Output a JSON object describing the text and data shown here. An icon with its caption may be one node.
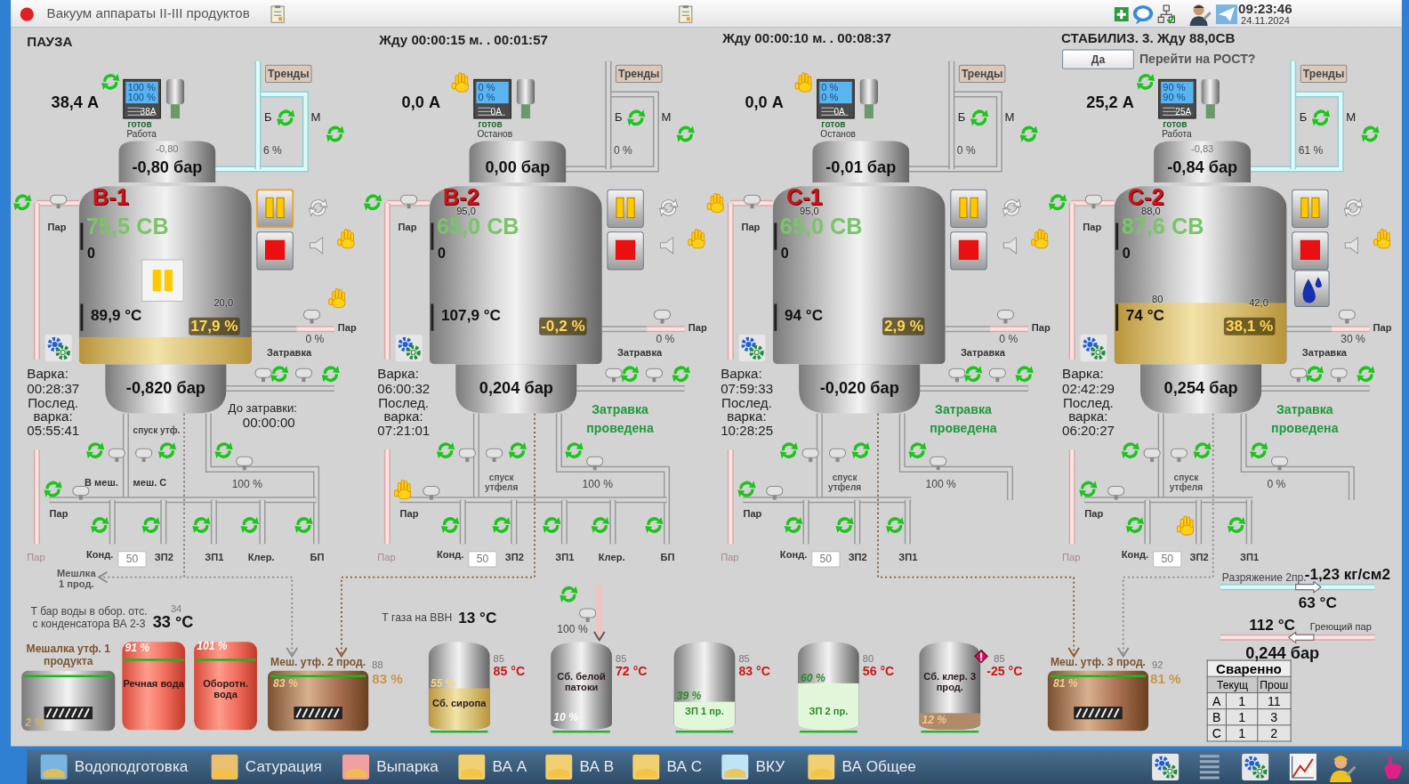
{
  "diagram": {
    "title": "Вакуум аппараты II-III продуктов",
    "nodes": [
      {
        "text": [
          "100 %",
          "100 %",
          "38A"
        ],
        "beside": [
          "готов",
          "Работа"
        ]
      },
      {
        "text": [
          "-0,80",
          "-0,80 бар"
        ]
      },
      {
        "text": [
          "В-1",
          "75,5 СВ",
          "0",
          "89,9 °C",
          "20,0",
          "17,9 %"
        ]
      },
      {
        "text": [
          "-0,820 бар"
        ]
      },
      {
        "text": [
          "0 %",
          "0 %",
          "0A"
        ],
        "beside": [
          "готов",
          "Останов"
        ]
      },
      {
        "text": [
          "0,00 бар"
        ]
      },
      {
        "text": [
          "В-2",
          "95,0",
          "65,0 СВ",
          "0",
          "107,9 °C",
          "-0,2 %"
        ]
      },
      {
        "text": [
          "0,204 бар"
        ]
      },
      {
        "text": [
          "0 %",
          "0 %",
          "0A"
        ],
        "beside": [
          "готов",
          "Останов"
        ]
      },
      {
        "text": [
          "-0,01 бар"
        ]
      },
      {
        "text": [
          "С-1",
          "95,0",
          "65,0 СВ",
          "0",
          "94 °C",
          "2,9 %"
        ]
      },
      {
        "text": [
          "-0,020 бар"
        ]
      },
      {
        "text": [
          "90 %",
          "90 %",
          "25A"
        ],
        "beside": [
          "готов",
          "Работа"
        ]
      },
      {
        "text": [
          "-0,83",
          "-0,84 бар"
        ]
      },
      {
        "text": [
          "С-2",
          "88,0",
          "87,6 СВ",
          "0",
          "80",
          "74 °C",
          "42,0",
          "38,1 %"
        ]
      },
      {
        "text": [
          "0,254 бар"
        ]
      },
      {
        "text": [
          "Мешлка 1 прод."
        ]
      },
      {
        "text": [
          "Мешалка утф. 1 продукта",
          "2 %"
        ]
      },
      {
        "text": [
          "91 %",
          "Речная вода"
        ]
      },
      {
        "text": [
          "101 %",
          "Оборотн. вода"
        ]
      },
      {
        "text": [
          "Меш. утф. 2 прод.",
          "83 %"
        ],
        "beside": [
          "88",
          "83 %"
        ]
      },
      {
        "text": [
          "55 %",
          "Сб. сиропа"
        ],
        "beside": [
          "85",
          "85 °C"
        ]
      },
      {
        "text": [
          "Сб. белой патоки",
          "10 %"
        ],
        "beside": [
          "85",
          "72 °C"
        ]
      },
      {
        "text": [
          "39 %",
          "ЗП 1 пр."
        ],
        "beside": [
          "85",
          "83 °C"
        ]
      },
      {
        "text": [
          "60 %",
          "ЗП 2 пр."
        ],
        "beside": [
          "80",
          "56 °C"
        ]
      },
      {
        "text": [
          "Сб. клер. 3 прод.",
          "12 %"
        ],
        "beside": [
          "85",
          "-25 °C"
        ]
      },
      {
        "text": [
          "Меш. утф. 3 прод.",
          "81 %"
        ],
        "beside": [
          "92",
          "81 %"
        ]
      }
    ],
    "edges": [
      {
        "from": 3,
        "to": 16,
        "arrow": "to",
        "style": "dashed"
      },
      {
        "from": 3,
        "to": 20,
        "arrow": "to",
        "style": "dashed"
      },
      {
        "from": 7,
        "to": 20,
        "arrow": "to",
        "style": "dashed",
        "color": "#8b5a2b"
      },
      {
        "from": 11,
        "to": 26,
        "arrow": "to",
        "style": "dashed",
        "color": "#8b5a2b"
      },
      {
        "from": 15,
        "to": 26,
        "arrow": "to",
        "style": "dashed"
      },
      {
        "from": null,
        "to": 22,
        "arrow": "to",
        "style": "thick",
        "color": "#f0c4c4"
      }
    ],
    "labels": [
      "09:23:46",
      "24.11.2024",
      "ПАУЗА",
      "Жду 00:00:15 м. . 00:01:57",
      "Жду 00:00:10 м. . 00:08:37",
      "СТАБИЛИЗ. 3. Жду 88,0СВ",
      "Да",
      "Перейти на РОСТ?",
      "38,4 А",
      "Тренды",
      "Б",
      "М",
      "6 %",
      "Пар",
      "Пар",
      "0 %",
      "Затравка",
      "Варка:",
      "00:28:37",
      "Послед. варка:",
      "05:55:41",
      "До затравки:",
      "00:00:00",
      "спуск утф.",
      "В меш.",
      "меш. С",
      "100 %",
      "Пар",
      "Пар",
      "Конд.",
      "50",
      "ЗП2",
      "ЗП1",
      "Клер.",
      "БП",
      "0,0 А",
      "Тренды",
      "Б",
      "М",
      "0 %",
      "Пар",
      "Пар",
      "0 %",
      "Затравка",
      "Варка:",
      "06:00:32",
      "Послед. варка:",
      "07:21:01",
      "Затравка проведена",
      "спуск утфеля",
      "100 %",
      "Пар",
      "Пар",
      "Конд.",
      "50",
      "ЗП2",
      "ЗП1",
      "Клер.",
      "БП",
      "0,0 А",
      "Тренды",
      "Б",
      "М",
      "0 %",
      "Пар",
      "Пар",
      "0 %",
      "Затравка",
      "Варка:",
      "07:59:33",
      "Послед. варка:",
      "10:28:25",
      "Затравка проведена",
      "спуск утфеля",
      "100 %",
      "Пар",
      "Пар",
      "Конд.",
      "50",
      "ЗП2",
      "ЗП1",
      "25,2 А",
      "Тренды",
      "Б",
      "М",
      "61 %",
      "Пар",
      "Пар",
      "30 %",
      "Затравка",
      "Варка:",
      "02:42:29",
      "Послед. варка:",
      "06:20:27",
      "Затравка проведена",
      "спуск утфеля",
      "0 %",
      "Пар",
      "Пар",
      "Конд.",
      "50",
      "ЗП2",
      "ЗП1",
      "Т бар воды в обор. отс. с конденсатора ВА 2-3",
      "34",
      "33 °C",
      "Т газа на ВВН",
      "13 °C",
      "100 %",
      "Разряжение 2пр.",
      "-1,23 кг/см2",
      "63 °C",
      "112 °C",
      "Греющий пар",
      "0,244 бар",
      "Сваренно",
      "Текущ",
      "Прош",
      "А",
      "1",
      "11",
      "В",
      "1",
      "3",
      "С",
      "1",
      "2",
      "Водоподготовка",
      "Сатурация",
      "Выпарка",
      "ВА А",
      "ВА В",
      "ВА С",
      "ВКУ",
      "ВА Общее"
    ]
  }
}
